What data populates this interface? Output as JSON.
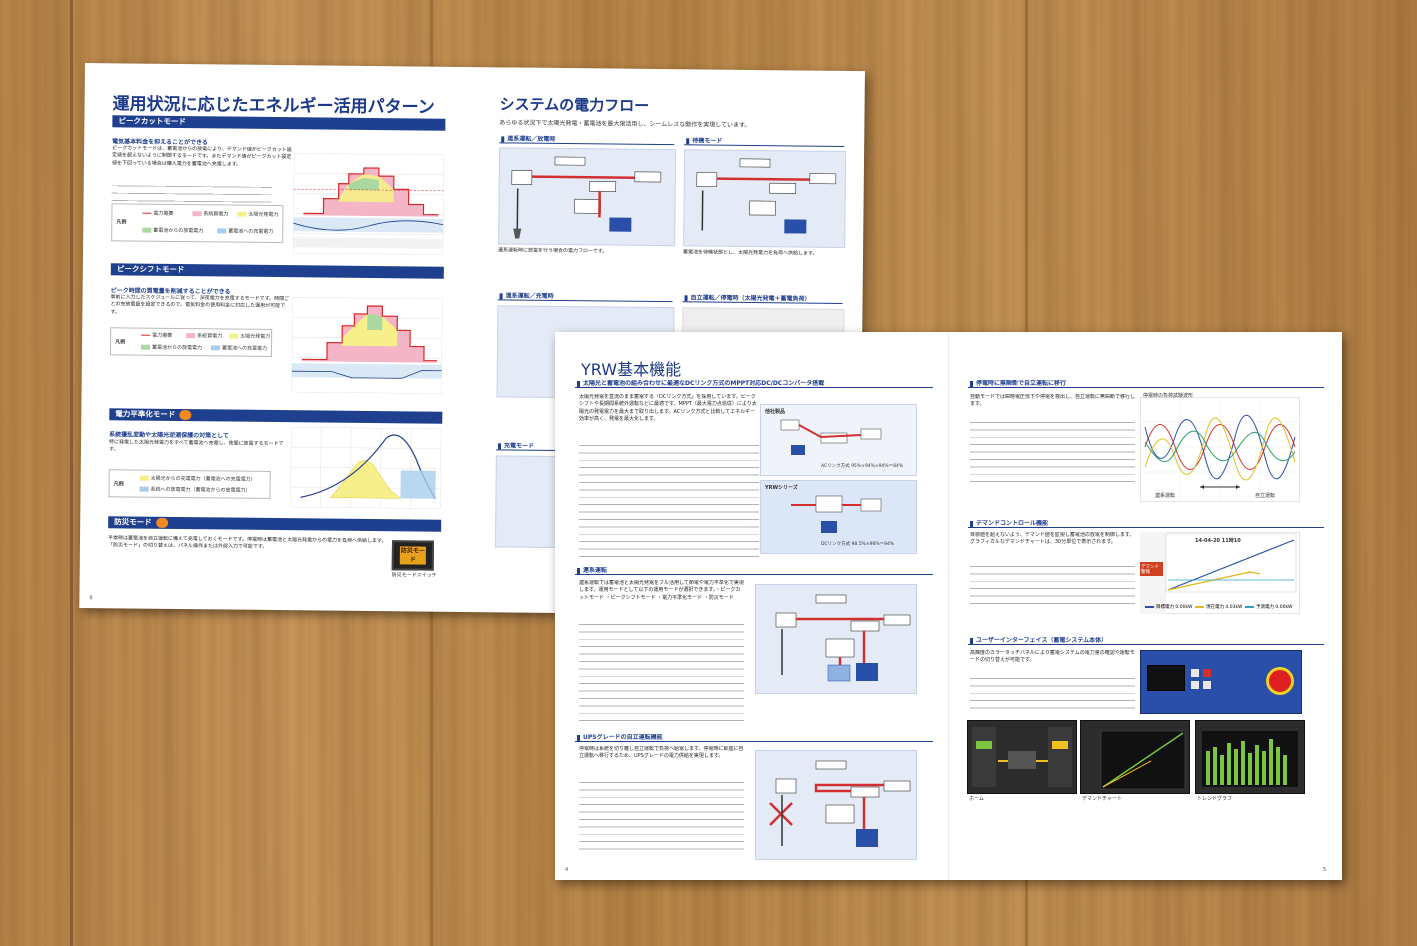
{
  "left_spread": {
    "left_title": "運用状況に応じたエネルギー活用パターン",
    "right_title": "システムの電力フロー",
    "right_subtitle": "あらゆる状況下で太陽光発電・蓄電池を最大限活用し、シームレスな動作を実現しています。",
    "sections": {
      "peak_cut": {
        "bar": "ピークカットモード",
        "heading": "電気基本料金を抑えることができる",
        "text": "ピークカットモードは、蓄電池からの放電により、デマンド値がピークカット設定値を超えないように制御するモードです。またデマンド値がピークカット設定値を下回っている場合は購入電力を蓄電池へ充電します。",
        "legend_title": "凡例",
        "legend": [
          "電力需要",
          "系統買電力",
          "太陽光発電力",
          "蓄電池からの放電電力",
          "蓄電池への充電電力"
        ]
      },
      "peak_shift": {
        "bar": "ピークシフトモード",
        "heading": "ピーク時間の買電量を削減することができる",
        "text": "事前に入力したスケジュールに従って、深夜電力を充電するモードです。時間ごとの充放電量を設定できるので、電気料金の使用料金に対応した運用が可能です。",
        "legend_title": "凡例",
        "legend": [
          "電力需要",
          "系統買電力",
          "太陽光発電力",
          "蓄電池からの放電電力",
          "蓄電池への充電電力"
        ]
      },
      "leveling": {
        "bar": "電力平準化モード",
        "heading": "系統擾乱変動や太陽光逆潮保護の対策として",
        "text": "特に発電した太陽光発電力をすべて蓄電池へ充電し、夜間に放電するモードです。",
        "legend_title": "凡例",
        "legend": [
          "太陽光からの充電電力（蓄電池への充電電力）",
          "系統への放電電力（蓄電池からの放電電力）"
        ]
      },
      "disaster": {
        "bar": "防災モード",
        "text": "平常時は蓄電池を自立運転に備えて充電しておくモードです。停電時は蓄電池と太陽光発電からの電力を負荷へ供給します。「防災モード」の切り替えは、パネル操作または外部入力で可能です。",
        "switch_label": "防災モード",
        "switch_caption": "防災モードスイッチ"
      }
    },
    "flows": {
      "normal": {
        "bar": "連系運転／放電時",
        "text": "連系運転時に放電を行う場合の電力フローです。"
      },
      "standby": {
        "bar": "待機モード",
        "text": "蓄電池を待機状態とし、太陽光発電力を負荷へ供給します。"
      },
      "charge_normal": {
        "bar": "連系運転／充電時"
      },
      "island": {
        "bar": "自立運転／停電時（太陽光発電＋蓄電負荷）"
      },
      "charge": {
        "bar": "充電モード"
      }
    },
    "page_left": "8"
  },
  "front_page": {
    "title": "YRW基本機能",
    "sections": {
      "dc_link": {
        "bar": "太陽光と蓄電池の組み合わせに最適なDCリンク方式のMPPT対応DC/DCコンバータ搭載",
        "text": "太陽光発電を直流のまま蓄電する「DCリンク方式」を採用しています。ピークシフトや長期間系統外運転などに最適です。MPPT（最大電力点追従）により太陽光の発電電力を最大まで取り出します。ACリンク方式と比較してエネルギー効率が高く、発電を最大化します。",
        "cmp_label1": "他社製品",
        "cmp_label2": "YRWシリーズ",
        "cmp_eff1": "ACリンク方式 95%×94%×94%＝84%",
        "cmp_eff2": "DCリンク方式 98.5%×96%＝94%"
      },
      "grid": {
        "bar": "連系運転",
        "text": "連系運転では蓄電池と太陽光発電をフル活用して節電や電力平準化で実現します。運用モードとして以下の運用モードが選択できます。・ピークカットモード ・ピークシフトモード ・電力平準化モード ・防災モード"
      },
      "ups": {
        "bar": "UPSグレードの自立運転機能",
        "text": "停電時は系統を切り離し自立運転で負荷へ給電します。停電時に即座に自立運転へ移行するため、UPSグレードの電力供給を実現します。"
      },
      "seamless": {
        "bar": "停電時に無瞬断で自立運転に移行",
        "text": "自動モードでは瞬時電圧低下や停電を検出し、自立運転に無瞬断で移行します。",
        "wave_title": "停電時の負荷試験波形",
        "wave_left": "連系運転",
        "wave_right": "自立運転"
      },
      "demand": {
        "bar": "デマンドコントロール機能",
        "text": "目標値を超えないよう、デマンド値を監視し蓄電池の放電を制御します。グラフィカルなデマンドチャートは、30分単位で表示されます。",
        "chart_time": "14-04-20 11時10",
        "badge": "デマンド警報",
        "legend": [
          "目標電力 0.00kW",
          "現在電力 4.03kW",
          "予測電力 0.00kW"
        ]
      },
      "ui": {
        "bar": "ユーザーインターフェイス（蓄電システム本体）",
        "text": "高輝度のカラータッチパネルにより蓄電システムの電力量の確認や運転モードの切り替えが可能です。",
        "captions": [
          "ホーム",
          "デマンドチャート",
          "トレンドグラフ"
        ]
      }
    },
    "page_left": "4",
    "page_right": "5"
  }
}
